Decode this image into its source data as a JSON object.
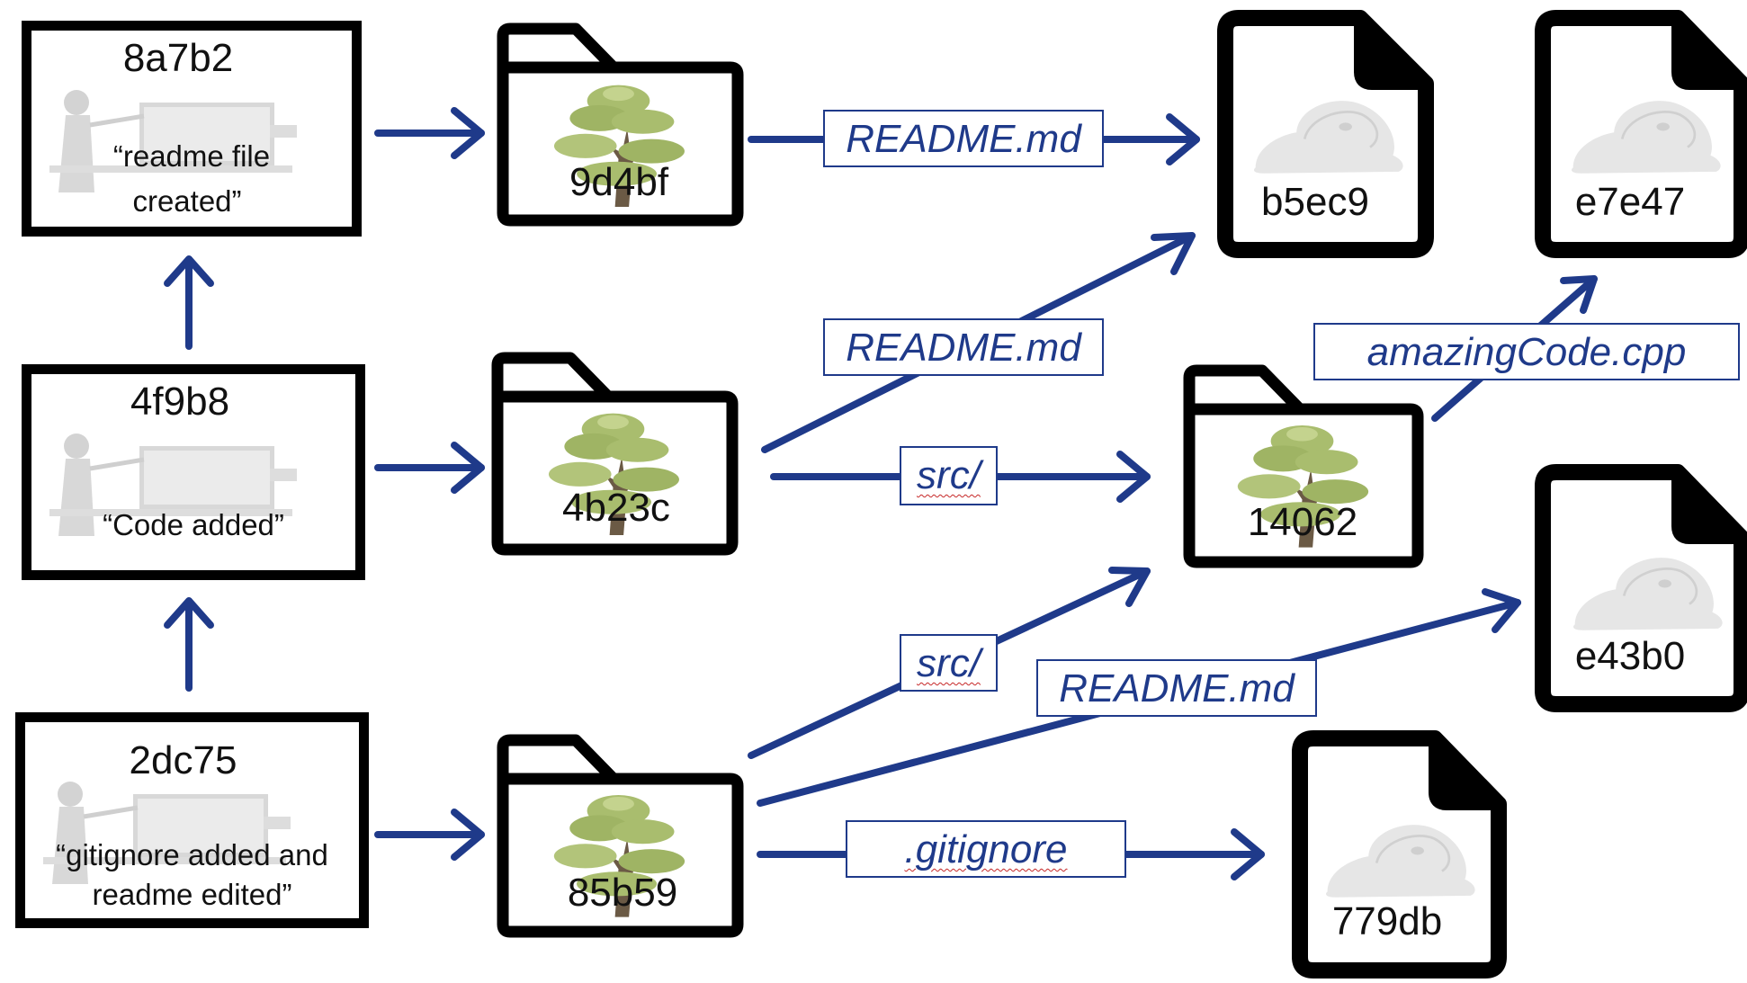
{
  "colors": {
    "arrow": "#1f3a8a",
    "outline": "#000000",
    "label_text": "#1f3a8a",
    "tree_foliage": "#a4b86a",
    "tree_trunk": "#6b5a45",
    "blob": "#e6e6e6"
  },
  "commits": [
    {
      "hash": "8a7b2",
      "message_line1": "“readme file",
      "message_line2": "created”"
    },
    {
      "hash": "4f9b8",
      "message_line1": "“Code added”",
      "message_line2": ""
    },
    {
      "hash": "2dc75",
      "message_line1": "“gitignore added and",
      "message_line2": "readme edited”"
    }
  ],
  "trees": [
    {
      "hash": "9d4bf",
      "icon": "folder-tree-icon"
    },
    {
      "hash": "4b23c",
      "icon": "folder-tree-icon"
    },
    {
      "hash": "85b59",
      "icon": "folder-tree-icon"
    },
    {
      "hash": "14062",
      "icon": "folder-tree-icon"
    }
  ],
  "blobs": [
    {
      "hash": "b5ec9",
      "icon": "file-blob-icon"
    },
    {
      "hash": "e7e47",
      "icon": "file-blob-icon"
    },
    {
      "hash": "e43b0",
      "icon": "file-blob-icon"
    },
    {
      "hash": "779db",
      "icon": "file-blob-icon"
    }
  ],
  "edge_labels": {
    "readme_1": "README.md",
    "readme_2": "README.md",
    "src_1": "src/",
    "amazing": "amazingCode.cpp",
    "src_2": "src/",
    "readme_3": "README.md",
    "gitignore": ".gitignore"
  }
}
